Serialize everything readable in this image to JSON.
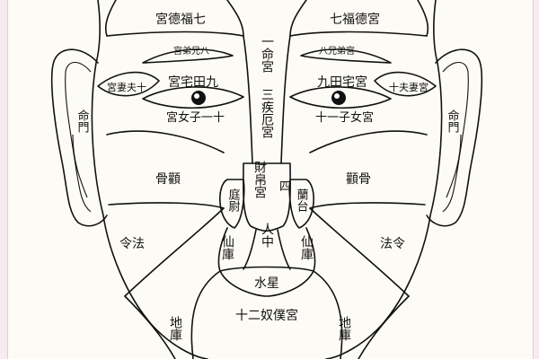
{
  "diagram": {
    "labels": {
      "ming_gong": "一命宮",
      "jie_e_gong": "三疾厄宮",
      "cai_bo_gong": "財帛宮",
      "si": "四",
      "fu_de_left": "宮德福七",
      "fu_de_right": "七福德宮",
      "xiong_di_left": "宮弟兄八",
      "xiong_di_right": "八兄弟宮",
      "tian_zhai_left": "宮宅田九",
      "tian_zhai_right": "九田宅宮",
      "qi_qie_left": "宮妻夫十",
      "qi_qie_right": "十夫妻宮",
      "nan_nu_left": "宮女子一十",
      "nan_nu_right": "十一子女宮",
      "ming_men_left": "命門",
      "ming_men_right": "命門",
      "quan_gu_left": "骨顴",
      "quan_gu_right": "顴骨",
      "ting_wei": "庭尉",
      "lan_tai": "蘭台",
      "ling_fa_left": "令法",
      "ling_fa_right": "法令",
      "xian_ku_left": "仙庫",
      "xian_ku_right": "仙庫",
      "ren_zhong": "人中",
      "shui_xing": "水星",
      "nu_pu_gong": "十二奴僕宮",
      "di_ku_left": "地庫",
      "di_ku_right": "地庫"
    }
  }
}
